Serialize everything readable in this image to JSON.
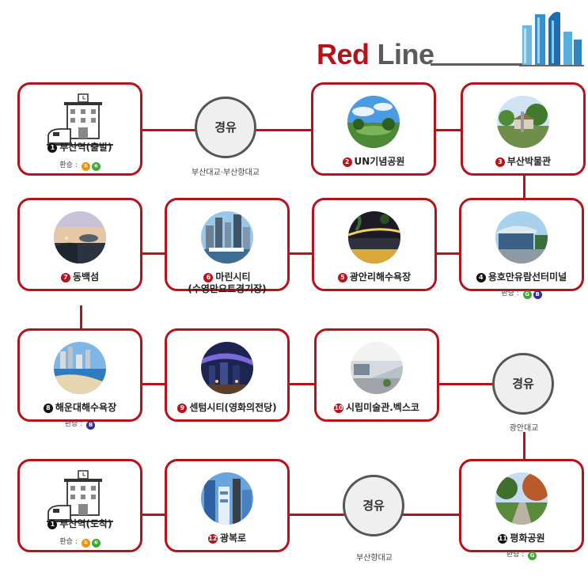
{
  "title": {
    "red": "Red",
    "rest": "Line"
  },
  "colors": {
    "line_red": "#b5121b",
    "orange": "#f39200",
    "green": "#3aa935",
    "blue": "#2e3192"
  },
  "via": [
    {
      "label": "경유",
      "caption": "부산대교·부산항대교"
    },
    {
      "label": "경유",
      "caption": "광안대교"
    },
    {
      "label": "경유",
      "caption": "부산항대교"
    }
  ],
  "stops": {
    "busan_station_start": {
      "num": "1",
      "name": "부산역(출발)",
      "transfer_label": "환승 :",
      "transfer": [
        "①",
        "⑥"
      ]
    },
    "un_memorial_park": {
      "num": "2",
      "name": "UN기념공원"
    },
    "busan_museum": {
      "num": "3",
      "name": "부산박물관"
    },
    "yongho_terminal": {
      "num": "4",
      "name": "용호만유람선터미널",
      "transfer_label": "환승 :",
      "transfer": [
        "G",
        "B"
      ]
    },
    "gwangalli_beach": {
      "num": "5",
      "name": "광안리해수욕장"
    },
    "marine_city": {
      "num": "6",
      "name": "마린시티",
      "sub": "(수영만요트경기장)"
    },
    "dongbaekseom": {
      "num": "7",
      "name": "동백섬"
    },
    "haeundae_beach": {
      "num": "8",
      "name": "해운대해수욕장",
      "transfer_label": "환승 :",
      "transfer": [
        "B"
      ]
    },
    "centum_city": {
      "num": "9",
      "name": "센텀시티(영화의전당)"
    },
    "art_museum_bexco": {
      "num": "10",
      "name": "시립미술관.벡스코"
    },
    "peace_park": {
      "num": "11",
      "name": "평화공원",
      "transfer_label": "환승 :",
      "transfer": [
        "G"
      ]
    },
    "gwangbok_ro": {
      "num": "12",
      "name": "광복로"
    },
    "busan_station_end": {
      "num": "1",
      "name": "부산역(도착)",
      "transfer_label": "환승 :",
      "transfer": [
        "①",
        "⑥"
      ]
    }
  }
}
